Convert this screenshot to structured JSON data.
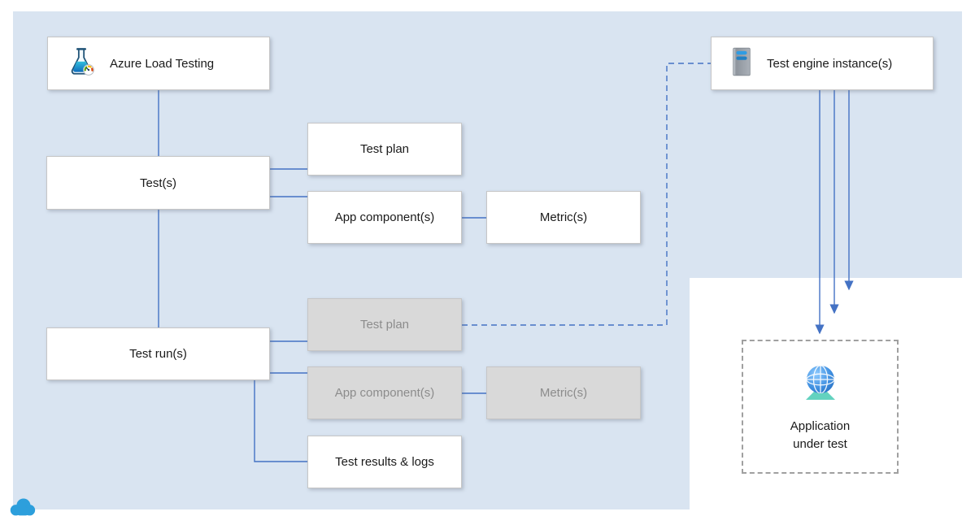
{
  "colors": {
    "canvas_blue": "#d9e4f1",
    "connector_blue": "#4472c4",
    "box_gray_fill": "#d9d9d9",
    "box_gray_text": "#8c8c8c",
    "box_border": "#c6c6c6",
    "dashed_border": "#a0a0a0",
    "cloud_blue": "#2d9fdc"
  },
  "nodes": {
    "azure_load_testing": {
      "label": "Azure Load Testing",
      "icon": "flask-gauge-icon"
    },
    "test_engine": {
      "label": "Test engine instance(s)",
      "icon": "server-icon"
    },
    "tests": {
      "label": "Test(s)"
    },
    "test_plan": {
      "label": "Test plan"
    },
    "app_components": {
      "label": "App component(s)"
    },
    "metrics": {
      "label": "Metric(s)"
    },
    "test_runs": {
      "label": "Test run(s)"
    },
    "run_test_plan": {
      "label": "Test plan"
    },
    "run_app_components": {
      "label": "App component(s)"
    },
    "run_metrics": {
      "label": "Metric(s)"
    },
    "test_results": {
      "label": "Test results & logs"
    },
    "application_under_test": {
      "label": "Application under test",
      "icon": "globe-icon"
    }
  },
  "edges": [
    {
      "from": "azure_load_testing",
      "to": "tests",
      "style": "solid"
    },
    {
      "from": "tests",
      "to": "test_runs",
      "style": "solid"
    },
    {
      "from": "tests",
      "to": "test_plan",
      "style": "solid"
    },
    {
      "from": "tests",
      "to": "app_components",
      "style": "solid"
    },
    {
      "from": "app_components",
      "to": "metrics",
      "style": "solid"
    },
    {
      "from": "test_runs",
      "to": "run_test_plan",
      "style": "solid"
    },
    {
      "from": "test_runs",
      "to": "run_app_components",
      "style": "solid"
    },
    {
      "from": "test_runs",
      "to": "test_results",
      "style": "solid"
    },
    {
      "from": "run_test_plan",
      "to": "test_engine",
      "style": "dashed"
    },
    {
      "from": "test_engine",
      "to": "application_under_test",
      "style": "solid-arrow",
      "count": 3
    }
  ]
}
